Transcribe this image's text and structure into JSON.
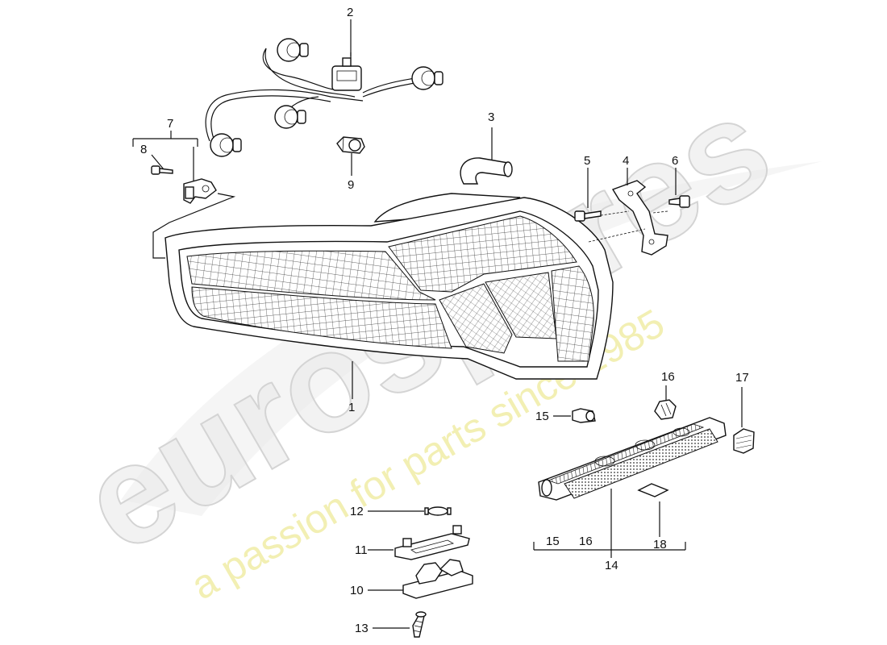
{
  "watermark": {
    "brand": "eurospares",
    "slogan": "a passion for parts since 1985",
    "brand_color": "#e6e6e6",
    "slogan_color": "#eeea9a"
  },
  "callouts": {
    "c1": "1",
    "c2": "2",
    "c3": "3",
    "c4": "4",
    "c5": "5",
    "c6": "6",
    "c7": "7",
    "c8": "8",
    "c9": "9",
    "c10": "10",
    "c11": "11",
    "c12": "12",
    "c13": "13",
    "c14": "14",
    "c15": "15",
    "c16": "16",
    "c17": "17",
    "c18": "18",
    "c15b": "15",
    "c16b": "16"
  }
}
